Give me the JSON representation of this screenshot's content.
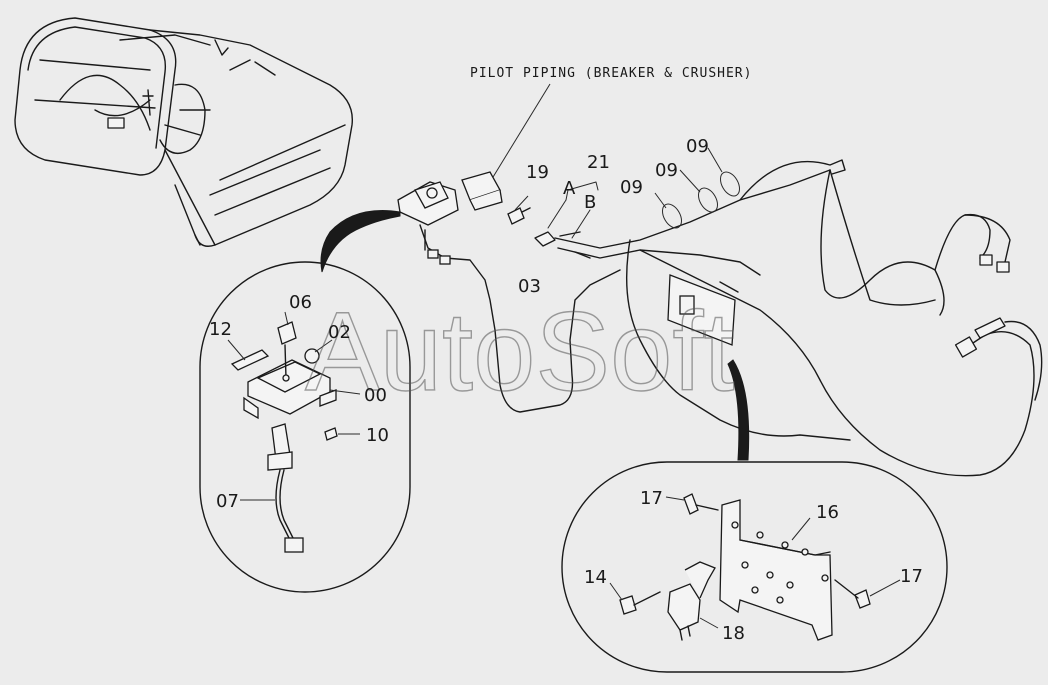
{
  "title": "PILOT PIPING (BREAKER & CRUSHER)",
  "watermark": "AutoSoft",
  "labels": {
    "p19": "19",
    "p21": "21",
    "pA": "A",
    "pB": "B",
    "p09a": "09",
    "p09b": "09",
    "p09c": "09",
    "p03": "03",
    "p06": "06",
    "p02": "02",
    "p12": "12",
    "p00": "00",
    "p10": "10",
    "p07": "07",
    "p17a": "17",
    "p16": "16",
    "p14": "14",
    "p17b": "17",
    "p18": "18"
  }
}
